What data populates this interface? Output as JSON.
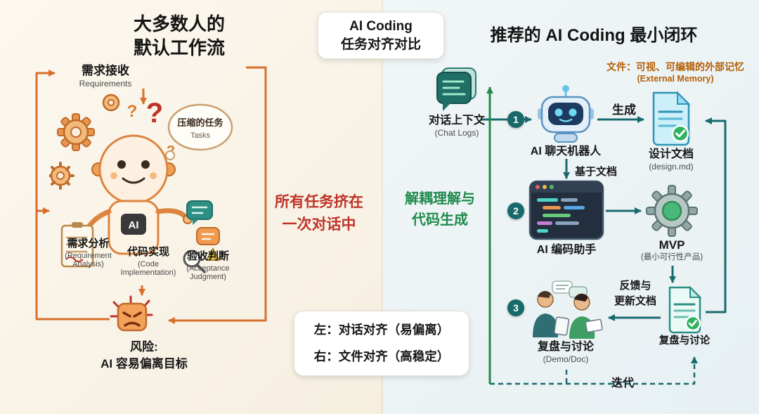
{
  "titles": {
    "left1": "大多数人的",
    "left2": "默认工作流",
    "badge1": "AI Coding",
    "badge2": "任务对齐对比",
    "right": "推荐的 AI Coding 最小闭环"
  },
  "left": {
    "receive_zh": "需求接收",
    "receive_en": "Requirements",
    "thought_zh": "压缩的任务",
    "thought_en": "Tasks",
    "question_mark": "?",
    "robot_badge": "AI",
    "task1_zh": "需求分析",
    "task1_en": "(Requirement Analysis)",
    "task2_zh": "代码实现",
    "task2_en": "(Code Implementation)",
    "task3_zh": "验收判断",
    "task3_en": "(Acceptance Judgment)",
    "risk_line1": "风险:",
    "risk_line2": "AI 容易偏离目标",
    "note_line1": "所有任务挤在",
    "note_line2": "一次对话中"
  },
  "legend": {
    "row1": "左：对话对齐（易偏离）",
    "row2": "右：文件对齐（高稳定）"
  },
  "right": {
    "note_line1": "解耦理解与",
    "note_line2": "代码生成",
    "memory_line1": "文件：可视、可编辑的外部记忆",
    "memory_line2": "(External Memory)",
    "chat_zh": "对话上下文",
    "chat_en": "(Chat Logs)",
    "num1": "1",
    "num2": "2",
    "num3": "3",
    "chatbot_label": "AI 聊天机器人",
    "generate": "生成",
    "design_zh": "设计文档",
    "design_en": "(design.md)",
    "based_on": "基于文档",
    "coder_label": "AI 编码助手",
    "mvp_zh": "MVP",
    "mvp_en": "(最小可行性产品)",
    "feedback_line1": "反馈与",
    "feedback_line2": "更新文档",
    "review_doc_label": "复盘与讨论",
    "people_zh": "复盘与讨论",
    "people_en": "(Demo/Doc)",
    "iterate": "迭代"
  }
}
